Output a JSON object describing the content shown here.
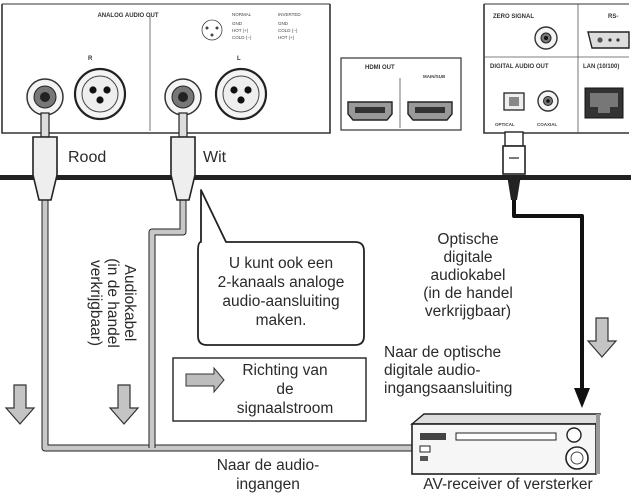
{
  "panel": {
    "analog_audio_out": "ANALOG AUDIO OUT",
    "normal_label": "NORMAL",
    "inverted_label": "INVERTED",
    "pin1_normal": "GND",
    "pin2_normal": "HOT (+)",
    "pin3_normal": "COLD (−)",
    "pin1_inverted": "GND",
    "pin2_inverted": "COLD (−)",
    "pin3_inverted": "HOT (+)",
    "channel_r": "R",
    "channel_l": "L",
    "hdmi_out": "HDMI OUT",
    "main_sub": "MAIN/SUB",
    "zero_signal": "ZERO SIGNAL",
    "rs_label": "RS-",
    "digital_audio_out": "DIGITAL AUDIO OUT",
    "lan_label": "LAN (10/100)",
    "optical": "OPTICAL",
    "coaxial": "COAXIAL"
  },
  "labels": {
    "rood": "Rood",
    "wit": "Wit",
    "audiokabel": [
      "Audiokabel",
      "(in de handel",
      "verkrijgbaar)"
    ],
    "callout": [
      "U kunt ook een",
      "2-kanaals analoge",
      "audio-aansluiting",
      "maken."
    ],
    "optical_cable": [
      "Optische",
      "digitale",
      "audiokabel",
      "(in de handel",
      "verkrijgbaar)"
    ],
    "signal_legend": [
      "Richting van",
      "de",
      "signaalstroom"
    ],
    "to_optical_input": [
      "Naar de optische",
      "digitale audio-",
      "ingangsaansluiting"
    ],
    "to_audio_inputs": [
      "Naar de audio-",
      "ingangen"
    ],
    "receiver": "AV-receiver of versterker"
  }
}
